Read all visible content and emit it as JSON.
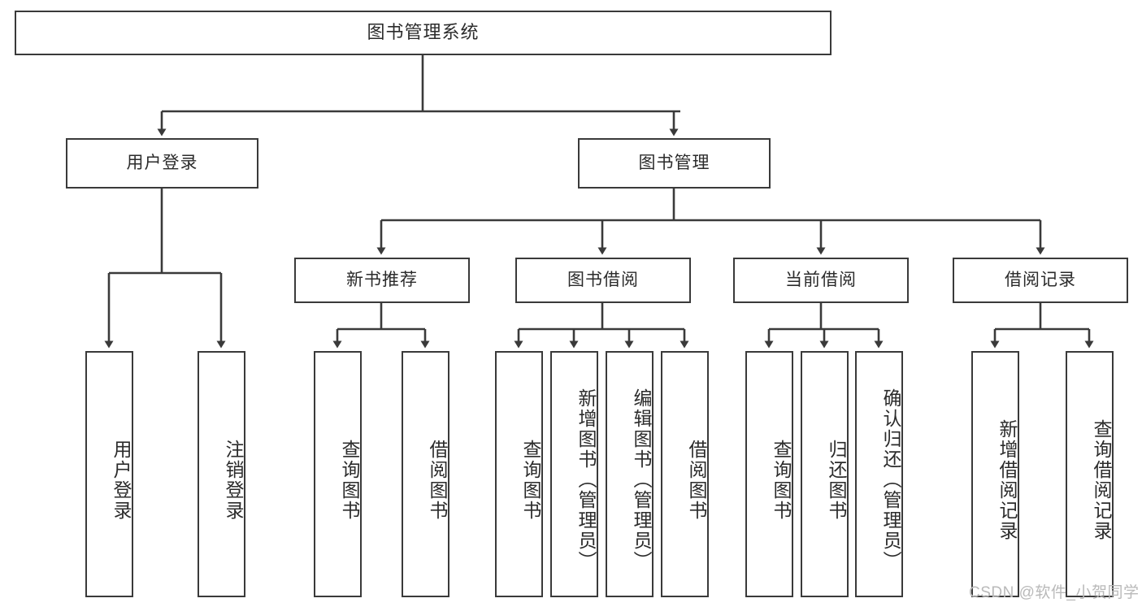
{
  "diagram": {
    "title": "图书管理系统",
    "type": "tree-hierarchy",
    "root": {
      "id": "root",
      "label": "图书管理系统"
    },
    "level2": [
      {
        "id": "user-login",
        "label": "用户登录"
      },
      {
        "id": "book-admin",
        "label": "图书管理"
      }
    ],
    "level3": [
      {
        "id": "new-book-rec",
        "label": "新书推荐"
      },
      {
        "id": "book-borrow",
        "label": "图书借阅"
      },
      {
        "id": "current-borrow",
        "label": "当前借阅"
      },
      {
        "id": "borrow-record",
        "label": "借阅记录"
      }
    ],
    "leaves": {
      "user_login": [
        {
          "id": "leaf-user-login",
          "label": "用户登录"
        },
        {
          "id": "leaf-logout",
          "label": "注销登录"
        }
      ],
      "new_book_rec": [
        {
          "id": "leaf-query-book-1",
          "label": "查询图书"
        },
        {
          "id": "leaf-borrow-book-1",
          "label": "借阅图书"
        }
      ],
      "book_borrow": [
        {
          "id": "leaf-query-book-2",
          "label": "查询图书"
        },
        {
          "id": "leaf-add-book",
          "label": "新增图书（管理员）"
        },
        {
          "id": "leaf-edit-book",
          "label": "编辑图书（管理员）"
        },
        {
          "id": "leaf-borrow-book-2",
          "label": "借阅图书"
        }
      ],
      "current_borrow": [
        {
          "id": "leaf-query-book-3",
          "label": "查询图书"
        },
        {
          "id": "leaf-return-book",
          "label": "归还图书"
        },
        {
          "id": "leaf-confirm-return",
          "label": "确认归还（管理员）"
        }
      ],
      "borrow_record": [
        {
          "id": "leaf-add-record",
          "label": "新增借阅记录"
        },
        {
          "id": "leaf-query-record",
          "label": "查询借阅记录"
        }
      ]
    }
  },
  "watermark": {
    "text": "CSDN @软件_小贺同学"
  },
  "colors": {
    "stroke": "#3a3a3a",
    "text": "#2b2b2b",
    "background": "#ffffff",
    "watermark": "#b9b9b9"
  }
}
